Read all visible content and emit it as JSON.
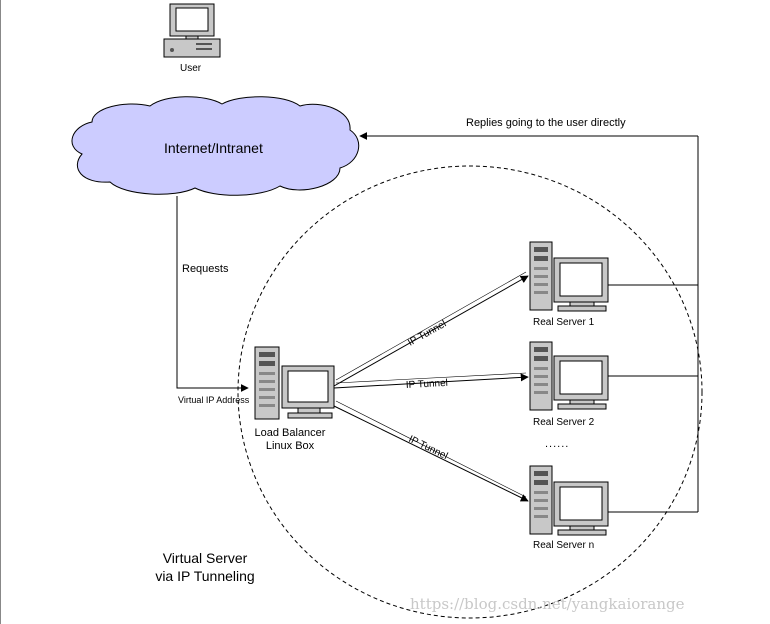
{
  "nodes": {
    "user": "User",
    "cloud": "Internet/Intranet",
    "load_balancer_line1": "Load Balancer",
    "load_balancer_line2": "Linux Box",
    "virtual_ip": "Virtual IP Address",
    "server1": "Real Server 1",
    "server2": "Real Server 2",
    "servern": "Real Server n",
    "ellipsis": "......"
  },
  "edges": {
    "requests": "Requests",
    "replies": "Replies going to the user directly",
    "tunnel1": "IP Tunnel",
    "tunnel2": "IP Tunnel",
    "tunneln": "IP Tunnel"
  },
  "title": {
    "line1": "Virtual Server",
    "line2": "via IP Tunneling"
  },
  "watermark": "https://blog.csdn.net/yangkaiorange",
  "colors": {
    "cloud_fill": "#ccccff",
    "background": "#ffffff",
    "screen": "#ffffff",
    "device": "#c8c8c8"
  }
}
